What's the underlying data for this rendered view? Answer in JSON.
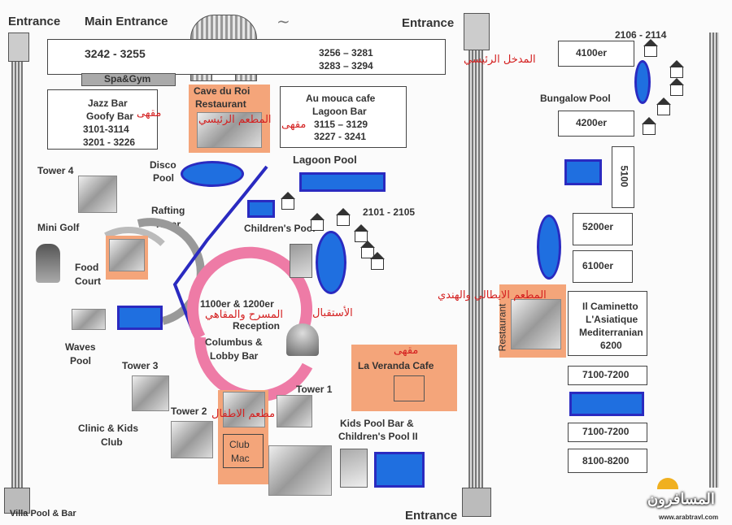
{
  "entrances": {
    "top_left": "Entrance",
    "main": "Main Entrance",
    "top_right": "Entrance",
    "bottom": "Entrance"
  },
  "buildings": {
    "block_3242": "3242 - 3255",
    "spa": "Spa&Gym",
    "block_3256": "3256 – 3281",
    "block_3283": "3283 – 3294",
    "jazz": "Jazz Bar",
    "goofy": "Goofy Bar",
    "jazz_range1": "3101-3114",
    "jazz_range2": "3201 - 3226",
    "cave": "Cave du Roi",
    "cave_sub": "Restaurant",
    "aumouca": "Au mouca cafe",
    "lagoon_bar": "Lagoon Bar",
    "aumouca_range1": "3115 – 3129",
    "aumouca_range2": "3227 - 3241",
    "range_2106": "2106 - 2114",
    "b4100": "4100er",
    "b4200": "4200er",
    "b5100": "5100",
    "b5200": "5200er",
    "b6100": "6100er",
    "caminetto": "Il Caminetto",
    "asiatique": "L'Asiatique",
    "mediterranian": "Mediterranian",
    "b6200": "6200",
    "b7100a": "7100-7200",
    "b7100b": "7100-7200",
    "b8100": "8100-8200",
    "range_2101": "2101 - 2105",
    "reception1": "1100er & 1200er",
    "reception2": "Reception",
    "columbus1": "Columbus &",
    "columbus2": "Lobby Bar",
    "veranda": "La Veranda Cafe",
    "club1": "Club",
    "club2": "Mac",
    "restaurant_side": "Restaurant"
  },
  "places": {
    "tower4": "Tower 4",
    "disco1": "Disco",
    "disco2": "Pool",
    "lagoon_pool": "Lagoon Pool",
    "mini_golf": "Mini Golf",
    "rafting1": "Rafting",
    "rafting2": "River",
    "childrens_pool": "Children's  Pool",
    "food1": "Food",
    "food2": "Court",
    "waves1": "Waves",
    "waves2": "Pool",
    "tower3": "Tower 3",
    "tower2": "Tower 2",
    "tower1": "Tower 1",
    "clinic1": "Clinic & Kids",
    "clinic2": "Club",
    "kids_pool1": "Kids Pool  Bar &",
    "kids_pool2": "Children's Pool II",
    "bungalow_pool": "Bungalow Pool",
    "villa": "Villa Pool & Bar"
  },
  "arabic": {
    "cafe1": "مقهى",
    "main_rest": "المطعم الرئيسي",
    "cafe2": "مقهى",
    "main_entrance": "المدخل الرئيسي",
    "theater": "المسرح والمقاهي",
    "reception": "الأستقبال",
    "cafe3": "مقهى",
    "italian": "المطعم الايطالي والهندي",
    "kids_rest": "مطعم الاطفال"
  },
  "watermark": {
    "brand": "المسافرون",
    "site": "www.arabtravl.com"
  },
  "colors": {
    "pool": "#1f6fe0",
    "pool_border": "#2a2ac0",
    "restaurant": "#f4a57a",
    "path": "#ee7ba6",
    "arabic_text": "#d42020"
  }
}
